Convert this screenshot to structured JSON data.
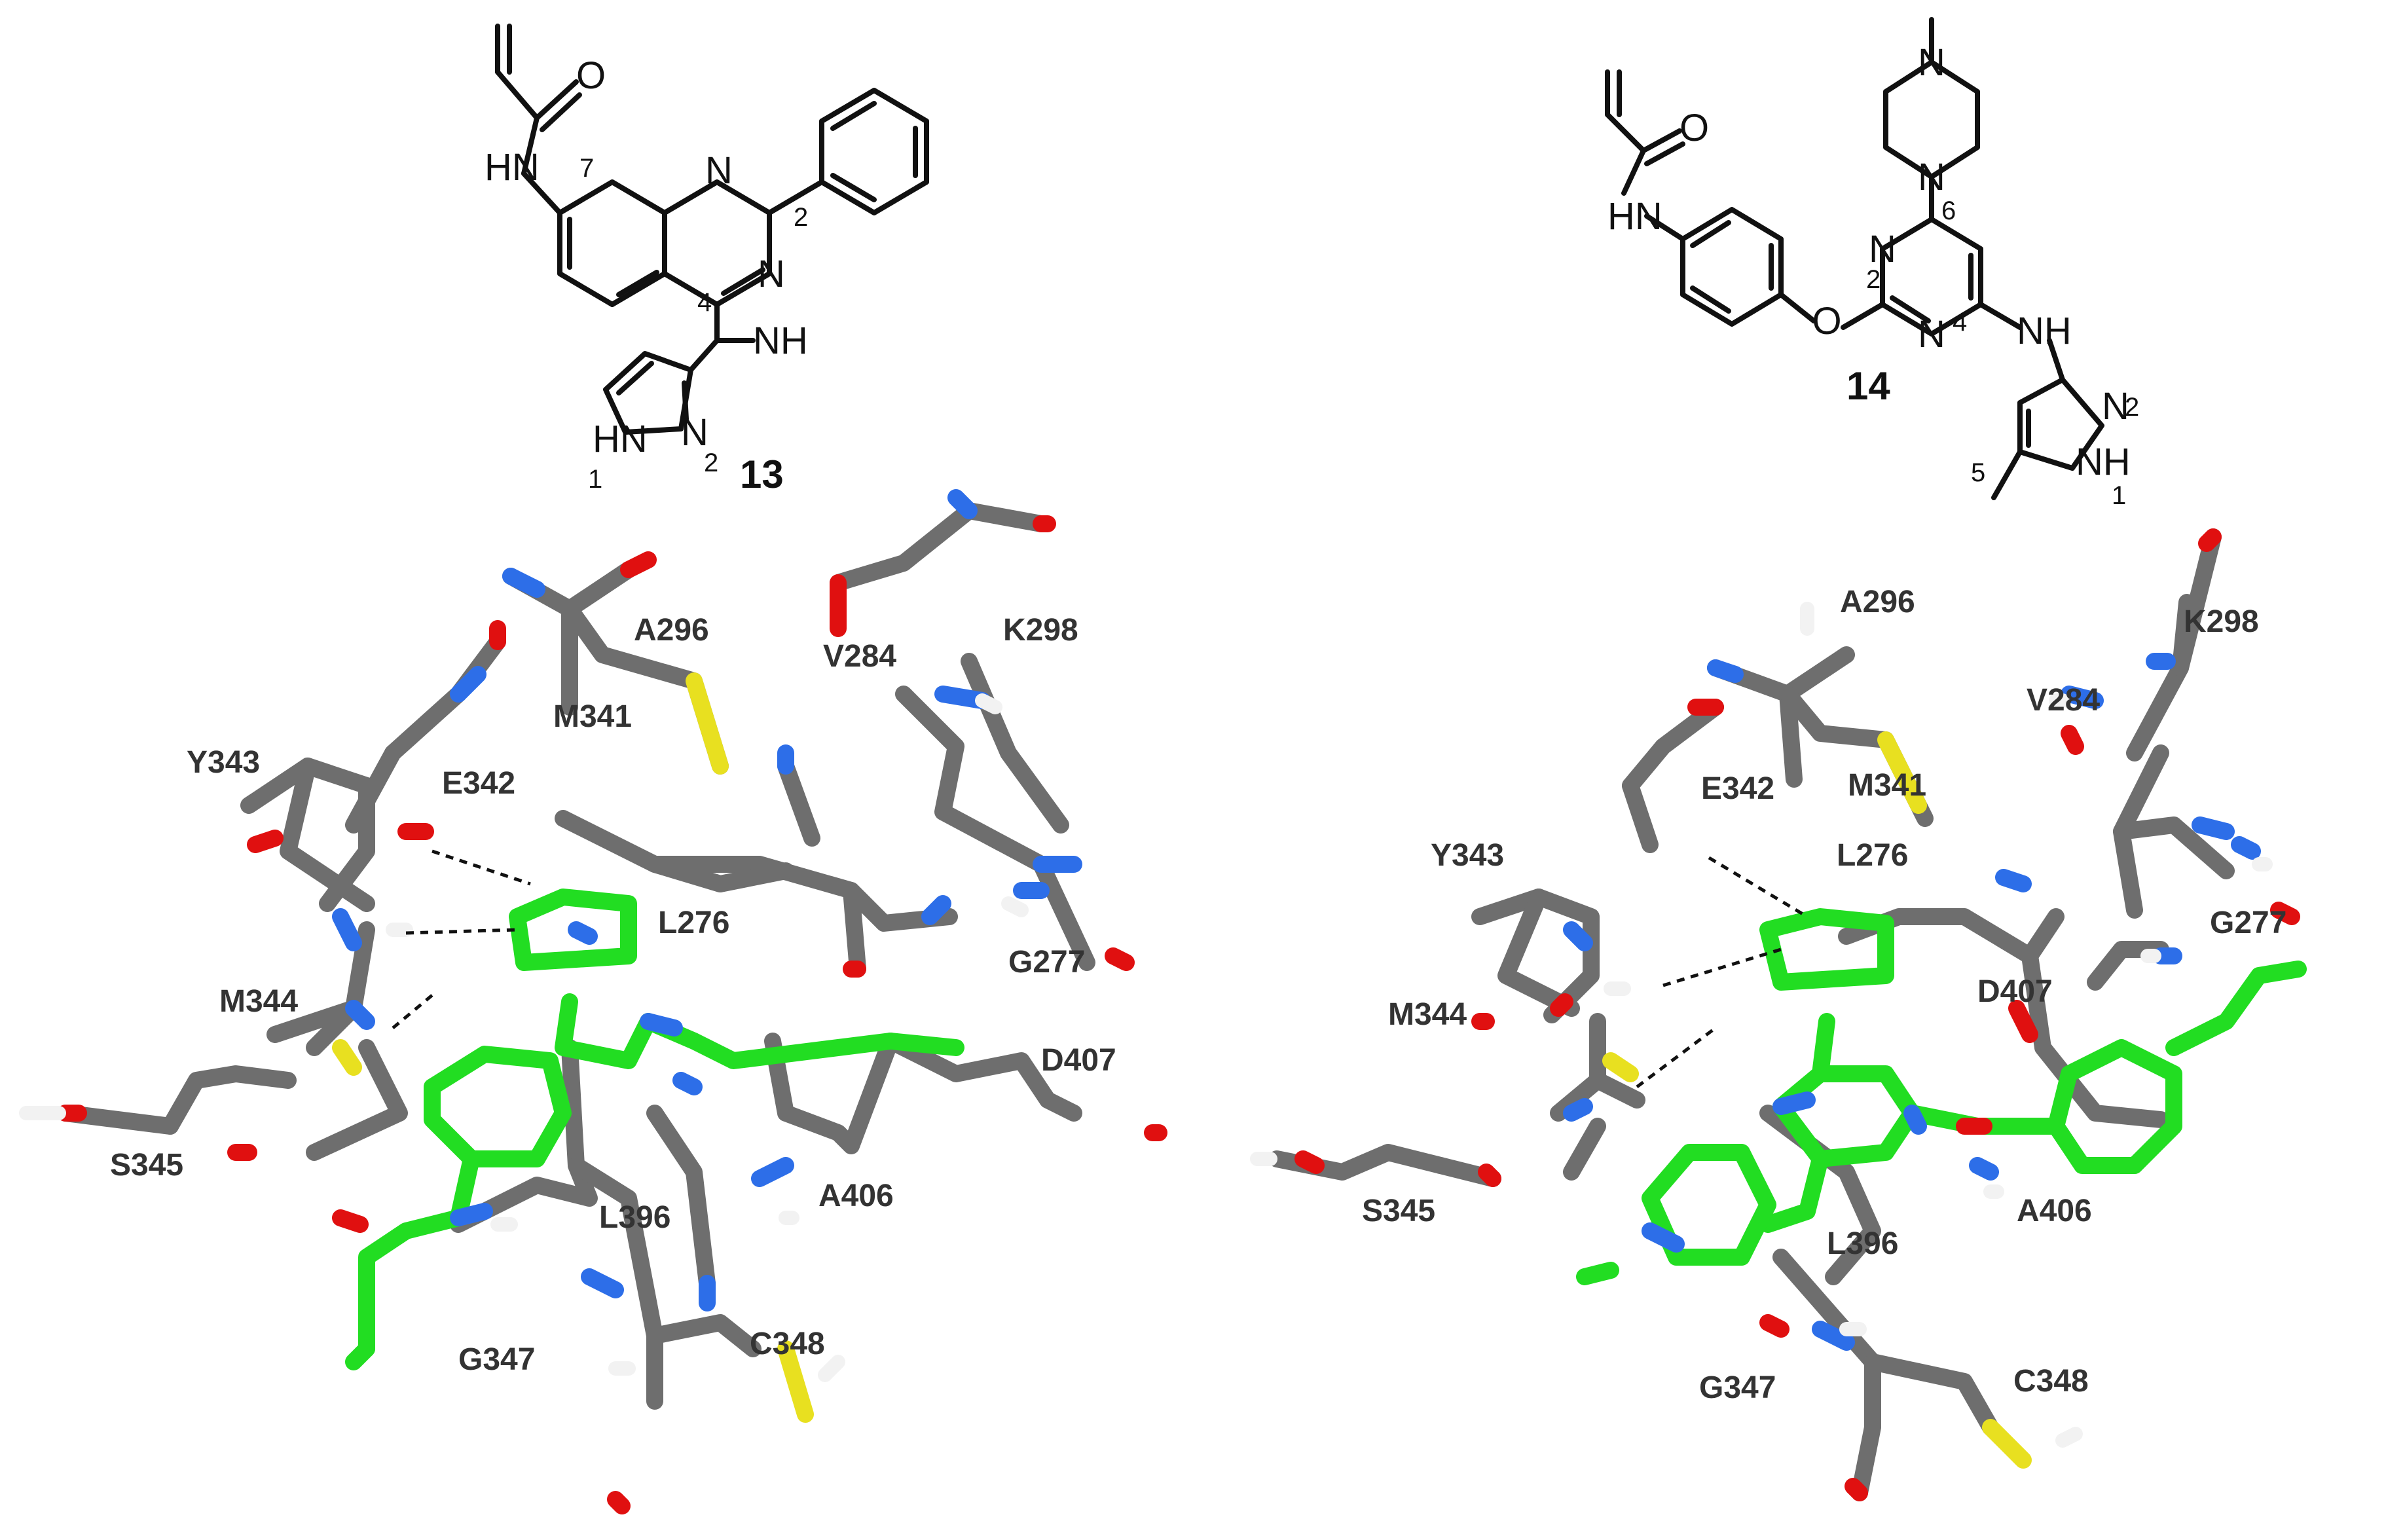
{
  "compound_13": {
    "label": "13",
    "atoms": {
      "amide_nh": "HN",
      "amide_o": "O",
      "quin_n1": "N",
      "quin_n3": "N",
      "amine_nh": "NH",
      "pyrazole_nh": "HN",
      "pyrazole_n2": "N"
    },
    "positions": {
      "p7": "7",
      "p2": "2",
      "p4": "4",
      "pz1": "1",
      "pz2": "2"
    }
  },
  "compound_14": {
    "label": "14",
    "atoms": {
      "amide_nh": "HN",
      "amide_o": "O",
      "ether_o": "O",
      "pip_n_top": "N",
      "pip_n_bottom": "N",
      "pyr_n1": "N",
      "pyr_n3": "N",
      "amine_nh": "NH",
      "pyrazole_n2": "N",
      "pyrazole_nh": "NH"
    },
    "positions": {
      "p6": "6",
      "p2": "2",
      "p4": "4",
      "p5": "5",
      "pz2": "2",
      "pz1": "1"
    }
  },
  "pose_13": {
    "residues": [
      "A296",
      "K298",
      "V284",
      "M341",
      "Y343",
      "E342",
      "L276",
      "G277",
      "M344",
      "D407",
      "S345",
      "A406",
      "L396",
      "G347",
      "C348"
    ]
  },
  "pose_14": {
    "residues": [
      "A296",
      "K298",
      "V284",
      "E342",
      "M341",
      "Y343",
      "L276",
      "G277",
      "D407",
      "M344",
      "S345",
      "A406",
      "L396",
      "G347",
      "C348"
    ]
  },
  "colors": {
    "carbon": "#6e6e6e",
    "ligand_carbon": "#22dd22",
    "nitrogen": "#2d6ee8",
    "oxygen": "#e01010",
    "sulfur": "#e8e020",
    "hydrogen": "#f2f2f2"
  }
}
